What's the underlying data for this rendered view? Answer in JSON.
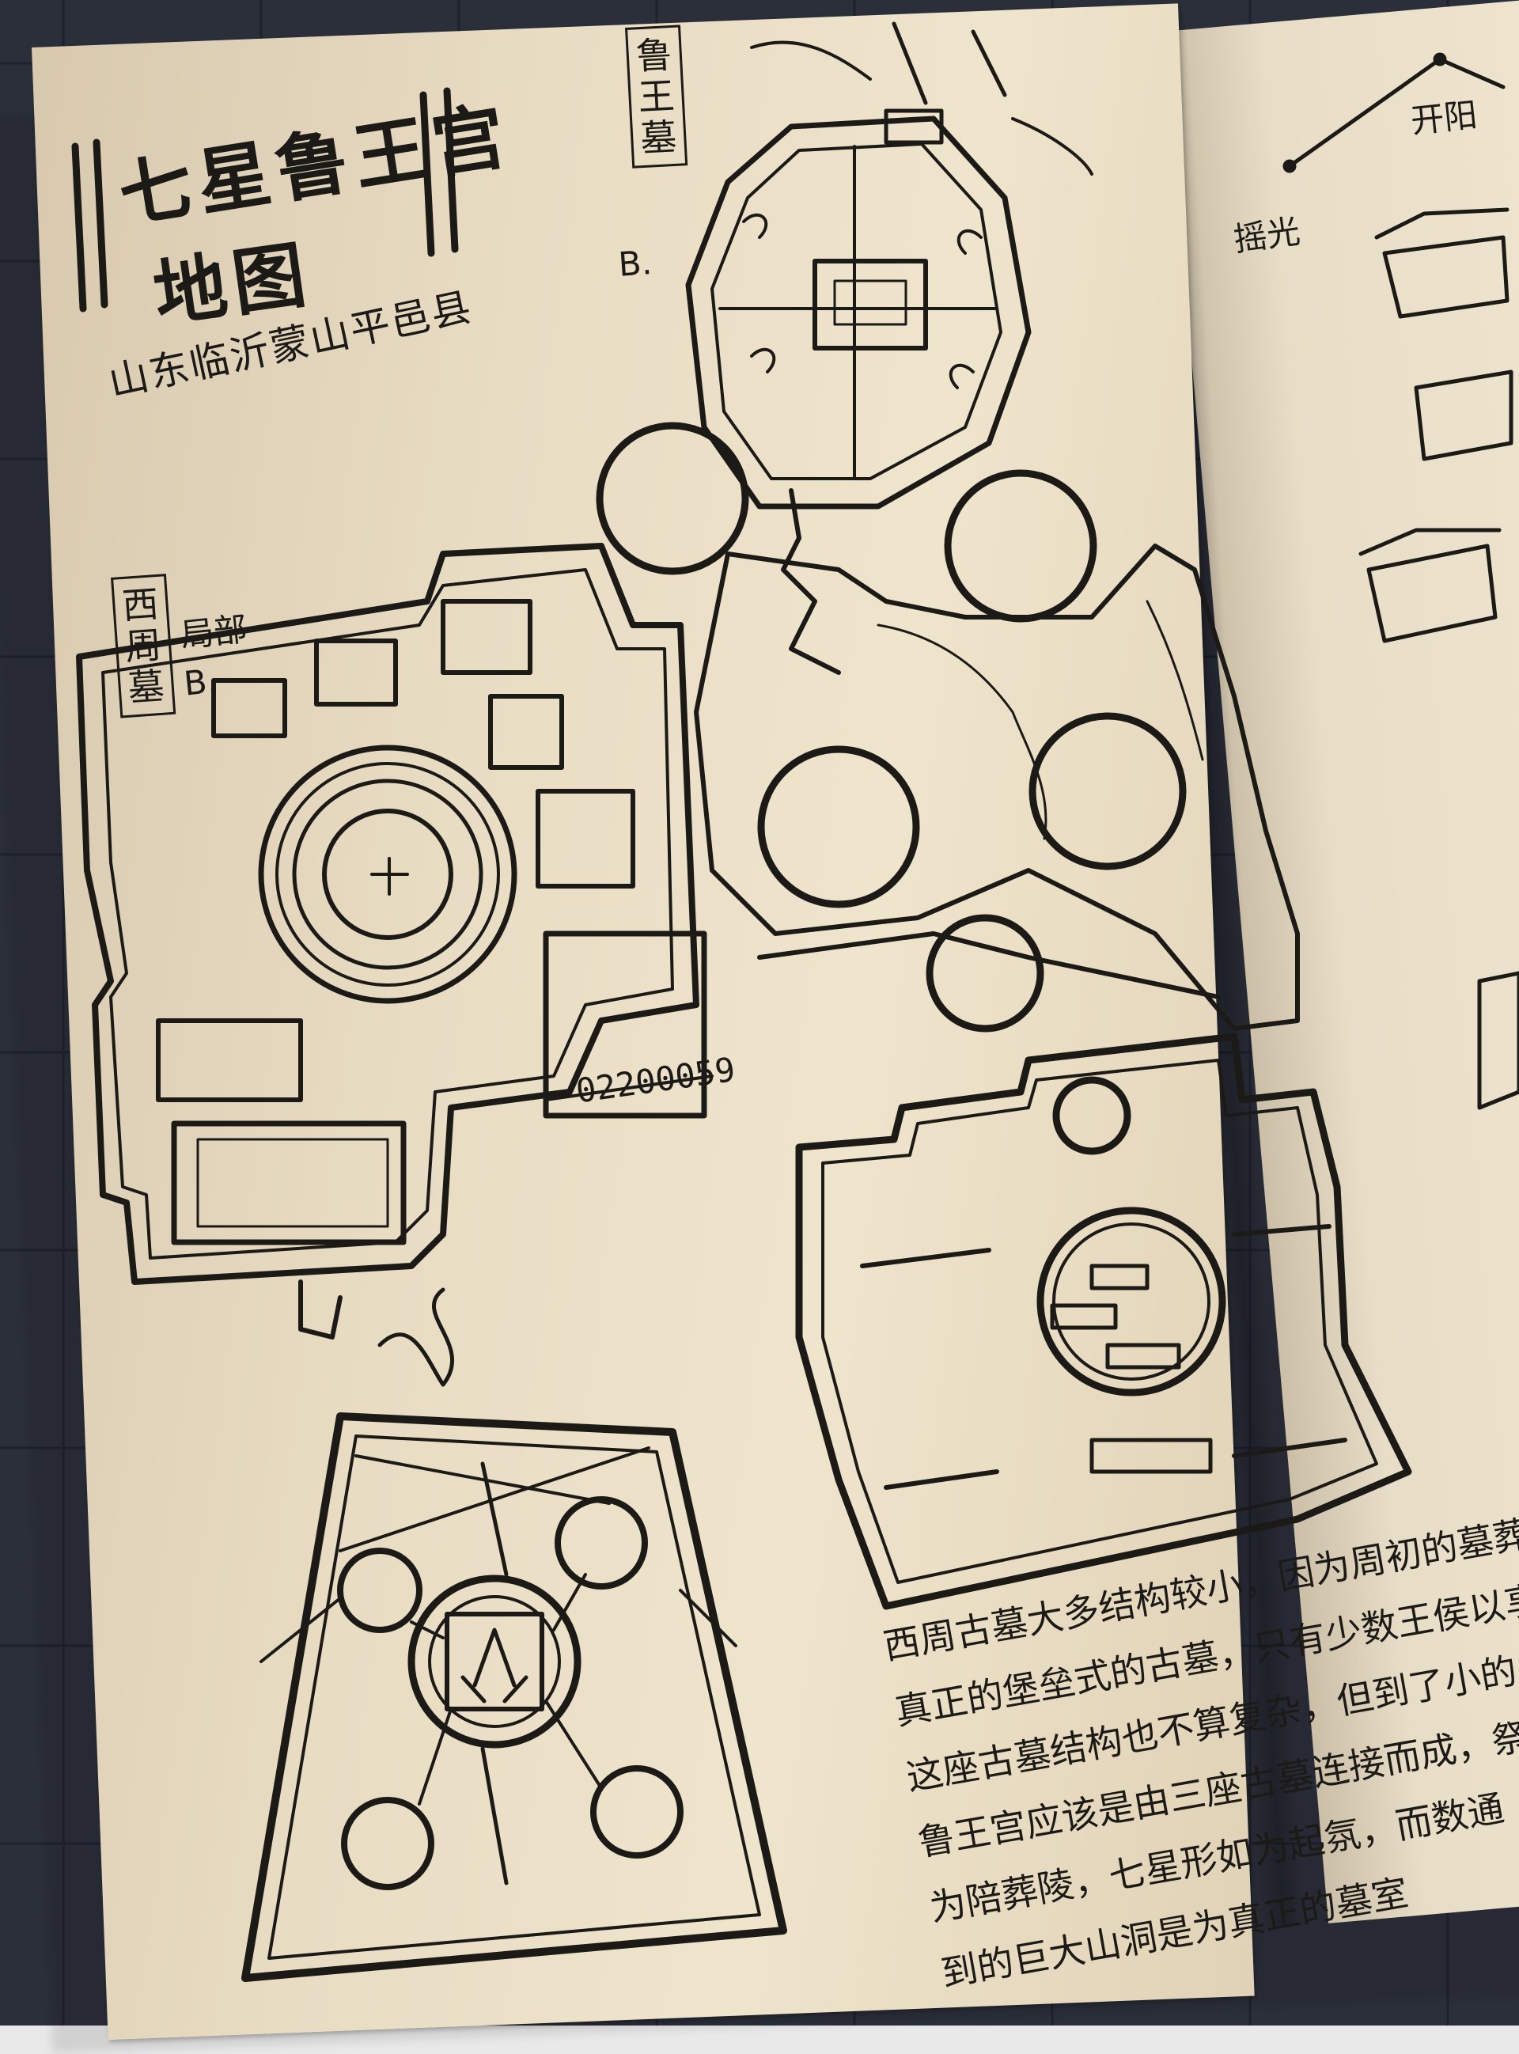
{
  "title": {
    "line1": "七星鲁王宫",
    "line2": "地图"
  },
  "location": "山东临沂蒙山平邑县",
  "labels": {
    "lu_wang_tomb": "鲁王墓",
    "xi_zhou_tomb": "西周墓",
    "partial": "局部",
    "marker_b1": "B.",
    "marker_b2": "B.",
    "serial": "02200059"
  },
  "notes": [
    "西周古墓大多结构较小，因为周初的墓葬，",
    "真正的堡垒式的古墓，只有少数王侯以享用，",
    "这座古墓结构也不算复杂，但到了小的，",
    "鲁王宫应该是由三座古墓连接而成，祭祀",
    "为陪葬陵，七星形如为起氛，而数通",
    "到的巨大山洞是为真正的墓室"
  ],
  "right_page": {
    "kaiyang": "开阳",
    "yaoguang": "摇光"
  },
  "colors": {
    "ink": "#1c1a17",
    "paper": "#ece0c7",
    "cloth_grid": "#2b2f3a"
  }
}
